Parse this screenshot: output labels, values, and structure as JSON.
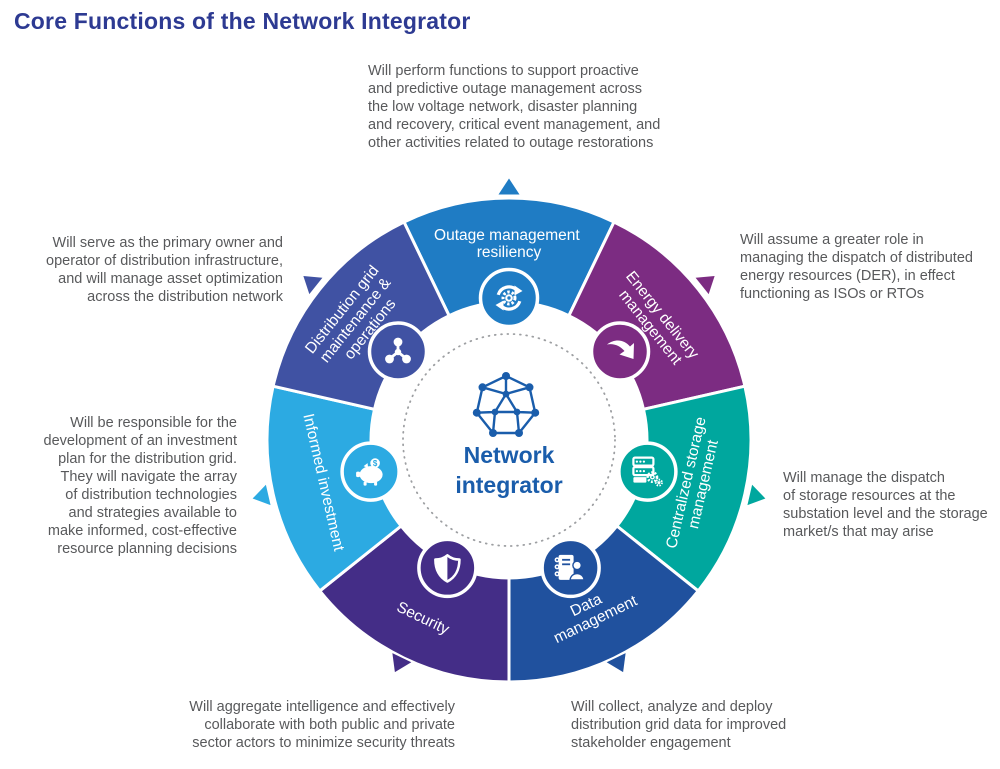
{
  "title": "Core Functions of the Network Integrator",
  "colors": {
    "title_text": "#2d3a92",
    "annotation_text": "#58595b",
    "center_accent": "#1a5dab",
    "dotted_ring": "#9d9fa2",
    "background": "#ffffff"
  },
  "center": {
    "icon": "network-mesh-icon",
    "label_lines": [
      "Network",
      "integrator"
    ]
  },
  "wheel": {
    "segments": [
      {
        "id": "outage-management-resiliency",
        "color": "#1f7cc4",
        "icon": "cycle-gear-icon",
        "label_lines": [
          "Outage management",
          "resiliency",
          ""
        ],
        "annotation": "Will perform functions to support proactive\nand predictive outage management across\nthe low voltage network, disaster planning\nand recovery, critical event management, and\nother activities related to outage restorations"
      },
      {
        "id": "energy-delivery-management",
        "color": "#7c2c82",
        "icon": "curved-arrow-icon",
        "label_lines": [
          "Energy delivery",
          "management",
          ""
        ],
        "annotation": "Will assume a greater role in\nmanaging the dispatch of distributed\nenergy resources (DER), in effect\nfunctioning as ISOs or RTOs"
      },
      {
        "id": "centralized-storage-management",
        "color": "#00a79e",
        "icon": "server-gears-icon",
        "label_lines": [
          "Centralized storage",
          "management",
          ""
        ],
        "annotation": "Will manage the dispatch\nof storage resources at the\nsubstation level and the storage\nmarket/s that may arise"
      },
      {
        "id": "data-management",
        "color": "#20519e",
        "icon": "notebook-person-icon",
        "label_lines": [
          "Data",
          "management",
          ""
        ],
        "annotation": "Will collect, analyze and deploy\ndistribution grid data for improved\nstakeholder engagement"
      },
      {
        "id": "security",
        "color": "#442d87",
        "icon": "shield-icon",
        "label_lines": [
          "Security",
          "",
          ""
        ],
        "annotation": "Will aggregate intelligence and effectively\ncollaborate with both public and private\nsector actors to minimize security threats"
      },
      {
        "id": "informed-investment",
        "color": "#2caae2",
        "icon": "piggy-bank-icon",
        "icon_text": "$",
        "label_lines": [
          "Informed investment",
          "",
          ""
        ],
        "annotation": "Will be responsible for the\ndevelopment of an investment\nplan for the distribution grid.\nThey will navigate the array\nof distribution technologies\nand strategies available to\nmake informed, cost-effective\nresource planning decisions"
      },
      {
        "id": "distribution-grid-maintenance-operations",
        "color": "#4052a3",
        "icon": "network-nodes-icon",
        "label_lines": [
          "Distribution grid",
          "maintenance &",
          "operations"
        ],
        "annotation": "Will serve as the primary owner and\noperator of distribution infrastructure,\nand will manage asset optimization\nacross the distribution network"
      }
    ]
  }
}
